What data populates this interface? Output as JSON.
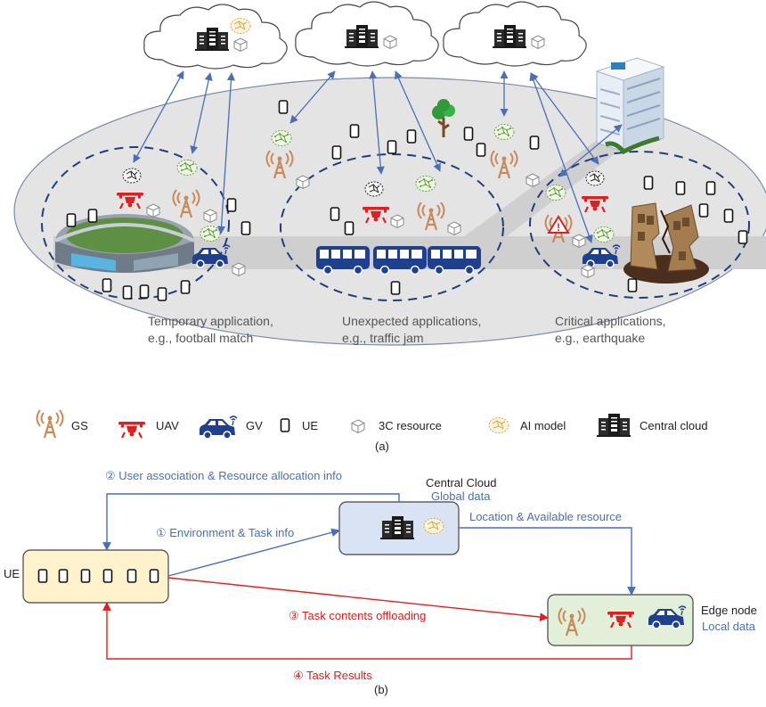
{
  "panel_a": {
    "captions": {
      "temporary": {
        "line1": "Temporary application,",
        "line2": "e.g., football match"
      },
      "unexpected": {
        "line1": "Unexpected applications,",
        "line2": "e.g., traffic jam"
      },
      "critical": {
        "line1": "Critical applications,",
        "line2": "e.g., earthquake"
      }
    },
    "legend": {
      "gs": "GS",
      "uav": "UAV",
      "gv": "GV",
      "ue": "UE",
      "resource": "3C resource",
      "ai": "AI model",
      "cloud": "Central cloud"
    },
    "label": "(a)"
  },
  "panel_b": {
    "ue_label": "UE",
    "central_cloud": {
      "title": "Central Cloud",
      "subtitle": "Global data"
    },
    "edge_node": {
      "title": "Edge node",
      "subtitle": "Local data"
    },
    "flows": {
      "f1": "① Environment & Task info",
      "f2": "② User association & Resource allocation info",
      "f3": "③ Task contents offloading",
      "f4": "④ Task Results",
      "loc": "Location & Available resource"
    },
    "label": "(b)"
  },
  "colors": {
    "blue_text": "#4a6fb5",
    "red_flow": "#e02020",
    "ue_box": "#fff2cc",
    "cloud_box": "#dae3f3",
    "edge_box": "#e2f0d9",
    "uav_red": "#e02020",
    "gs_orange": "#c98a5a",
    "vehicle_navy": "#1f3f8f"
  }
}
